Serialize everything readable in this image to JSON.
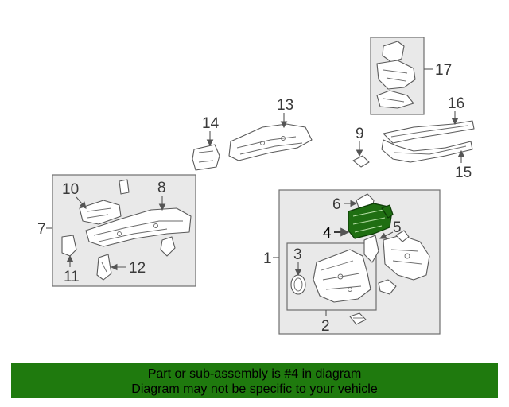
{
  "callouts": {
    "c1": "1",
    "c2": "2",
    "c3": "3",
    "c4": "4",
    "c5": "5",
    "c6": "6",
    "c7": "7",
    "c8": "8",
    "c9": "9",
    "c10": "10",
    "c11": "11",
    "c12": "12",
    "c13": "13",
    "c14": "14",
    "c15": "15",
    "c16": "16",
    "c17": "17"
  },
  "highlight": {
    "part": "4",
    "color": "#1f6e12"
  },
  "caption": {
    "line1": "Part or sub-assembly is #4 in diagram",
    "line2": "Diagram may not be specific to your vehicle",
    "background": "#1f7a0e"
  }
}
